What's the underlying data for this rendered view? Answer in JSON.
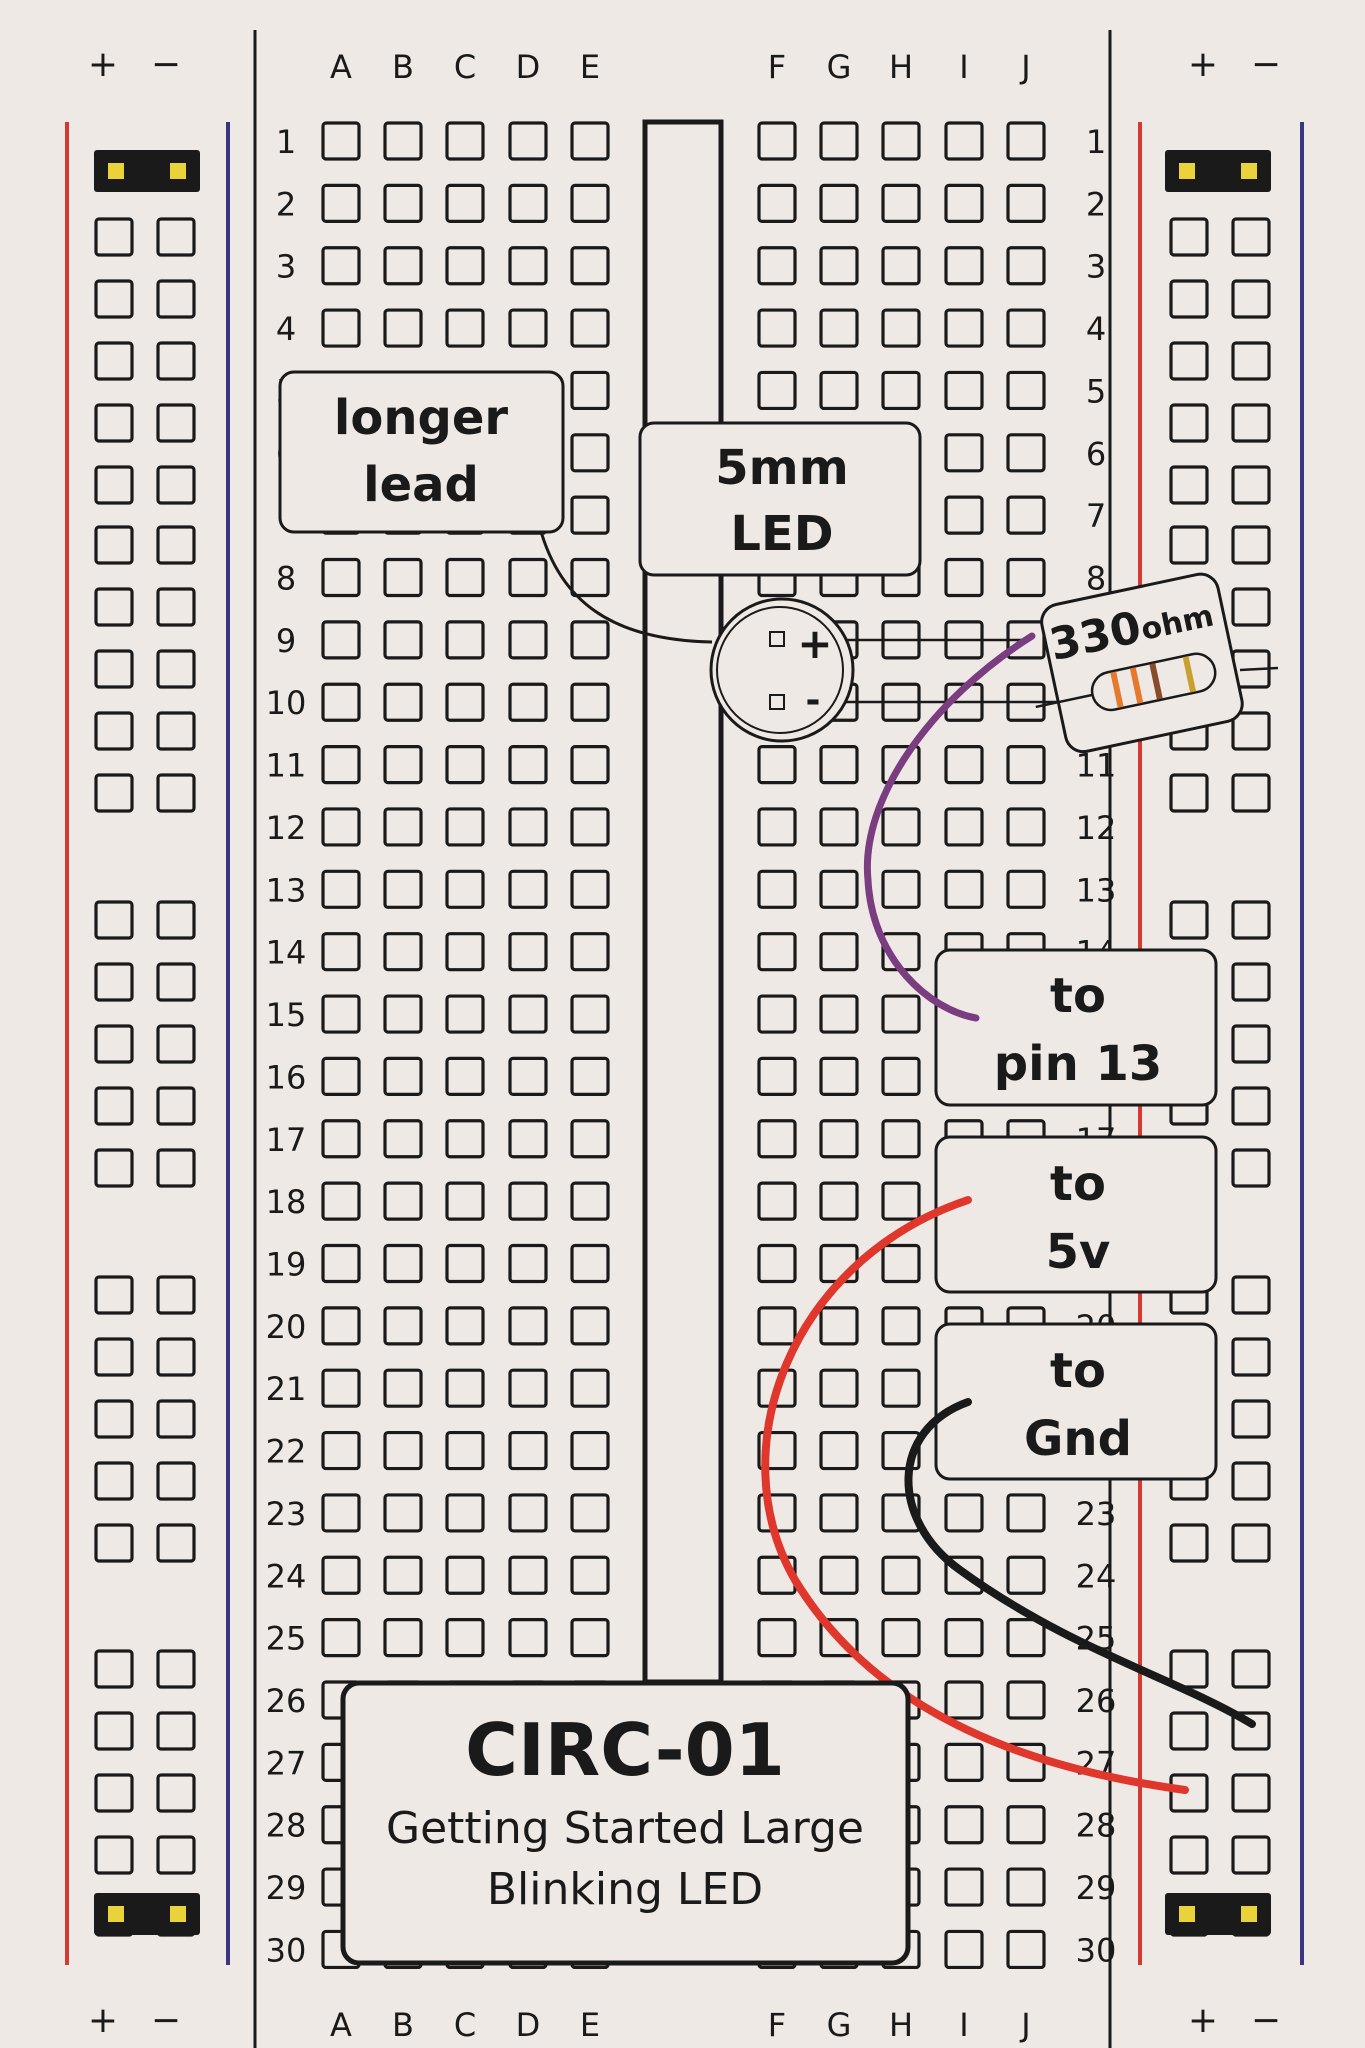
{
  "rail_signs": {
    "plus": "+",
    "minus": "−"
  },
  "columns_left": [
    "A",
    "B",
    "C",
    "D",
    "E"
  ],
  "columns_right": [
    "F",
    "G",
    "H",
    "I",
    "J"
  ],
  "row_count": 30,
  "labels": {
    "longer_lead": [
      "longer",
      "lead"
    ],
    "led": [
      "5mm",
      "LED"
    ],
    "resistor": {
      "value": "330",
      "unit": "ohm"
    },
    "to_pin13": [
      "to",
      "pin 13"
    ],
    "to_5v": [
      "to",
      "5v"
    ],
    "to_gnd": [
      "to",
      "Gnd"
    ]
  },
  "led_pins": {
    "plus": "+",
    "minus": "-"
  },
  "title_card": {
    "title": "CIRC-01",
    "subtitle_line1": "Getting Started Large",
    "subtitle_line2": "Blinking LED"
  },
  "colors": {
    "paper": "#efe9e6",
    "ink": "#1a1a1a",
    "rail_red": "#d43a2f",
    "rail_blue": "#3a3580",
    "wire_purple": "#7a3d80",
    "wire_red": "#e0372c",
    "wire_black": "#1a1a1a",
    "pin_yellow": "#e9d23a"
  }
}
